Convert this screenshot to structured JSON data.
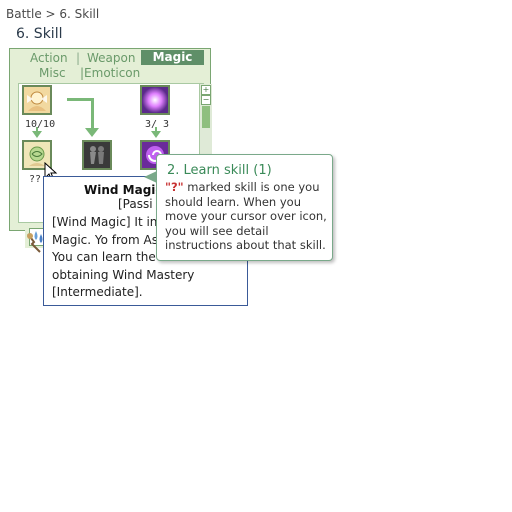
{
  "breadcrumb": "Battle > 6. Skill",
  "page_title": "6. Skill",
  "tabs": {
    "action": "Action",
    "sep1": "|",
    "weapon": "Weapon",
    "magic": "Magic",
    "misc": "Misc",
    "emoticon": "|Emoticon"
  },
  "skills": [
    {
      "name": "fairy-skill-icon",
      "level": "10/10"
    },
    {
      "name": "purple-magic-skill-icon",
      "level": "3/ 3"
    },
    {
      "name": "wind-magic-skill-icon",
      "level": "??"
    },
    {
      "name": "shadow-figures-skill-icon",
      "level": ""
    },
    {
      "name": "purple-swirl-skill-icon",
      "level": ""
    }
  ],
  "scrollbar": {
    "up": "+",
    "down": "−"
  },
  "bottom_icon": "water-drop-icon",
  "tooltip": {
    "title": "Wind Magic",
    "type": "[Passi",
    "description": "[Wind Magic] It inc for Wind Magic. Yo from Ases at Belos. You can learn the skill after obtaining Wind Mastery [Intermediate]."
  },
  "callout": {
    "title": "2. Learn skill (1)",
    "highlight": "\"?\"",
    "body": " marked skill is one you should learn. When you move your cursor over icon, you will see detail instructions about that skill."
  },
  "colors": {
    "panel_bg": "#e4efd6",
    "active_tab": "#5f8f68",
    "callout_title": "#3a8a58",
    "question_mark": "#c83232",
    "tooltip_border": "#3a5a98"
  }
}
